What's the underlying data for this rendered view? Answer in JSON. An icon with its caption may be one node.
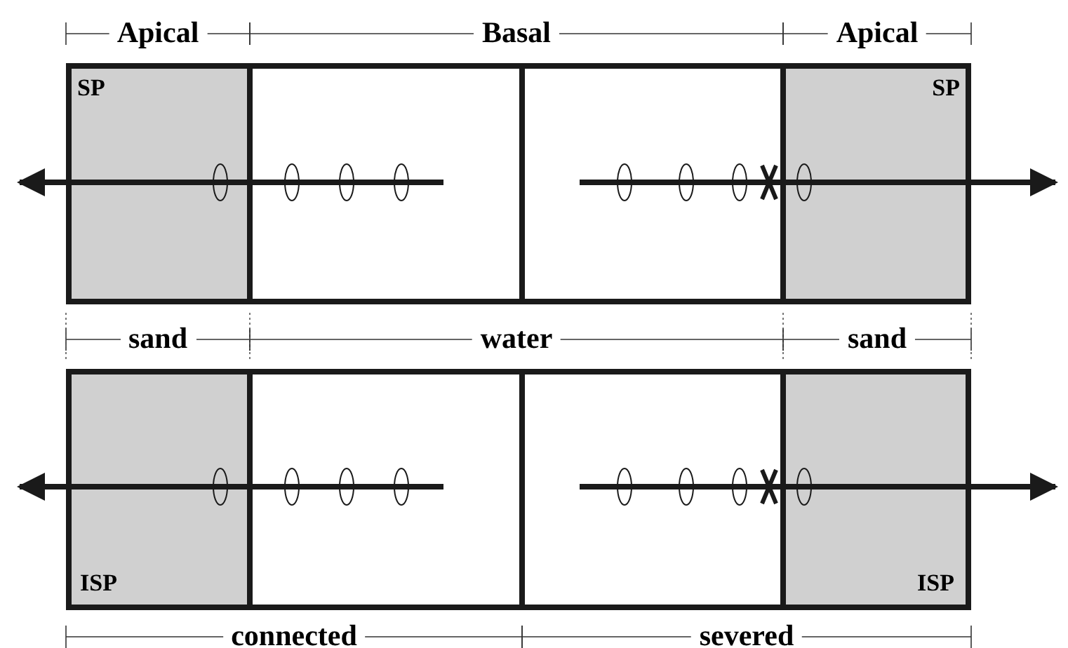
{
  "diagram": {
    "nodes": [
      {
        "text": [
          "SP"
        ]
      },
      {
        "text": [],
        "shape": "box"
      },
      {
        "text": [],
        "shape": "box"
      },
      {
        "text": [
          "SP"
        ]
      },
      {
        "text": [
          "ISP"
        ]
      },
      {
        "text": [],
        "shape": "box"
      },
      {
        "text": [],
        "shape": "box"
      },
      {
        "text": [
          "ISP"
        ]
      }
    ],
    "labels": [
      "Apical",
      "Basal",
      "Apical",
      "sand",
      "water",
      "sand",
      "connected",
      "severed"
    ]
  }
}
